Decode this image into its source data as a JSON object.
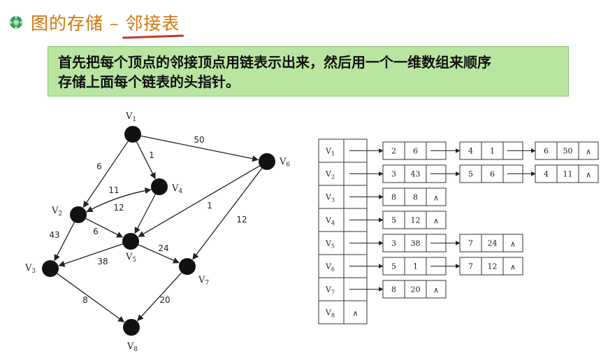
{
  "title": {
    "main": "图的存储 – ",
    "highlight": "邻接表"
  },
  "note": {
    "line1": "首先把每个顶点的邻接顶点用链表示出来，然后用一个一维数组来顺序",
    "line2": "存储上面每个链表的头指针。"
  },
  "graph": {
    "vertices": [
      "V1",
      "V2",
      "V3",
      "V4",
      "V5",
      "V6",
      "V7",
      "V8"
    ],
    "edges": [
      {
        "from": "V1",
        "to": "V2",
        "w": "6"
      },
      {
        "from": "V1",
        "to": "V4",
        "w": "1"
      },
      {
        "from": "V1",
        "to": "V6",
        "w": "50"
      },
      {
        "from": "V2",
        "to": "V3",
        "w": "43"
      },
      {
        "from": "V2",
        "to": "V4",
        "w": "11"
      },
      {
        "from": "V4",
        "to": "V2",
        "w": "12"
      },
      {
        "from": "V2",
        "to": "V5",
        "w": "6"
      },
      {
        "from": "V4",
        "to": "V5",
        "w": ""
      },
      {
        "from": "V5",
        "to": "V3",
        "w": "38"
      },
      {
        "from": "V5",
        "to": "V7",
        "w": "24"
      },
      {
        "from": "V6",
        "to": "V5",
        "w": "1"
      },
      {
        "from": "V6",
        "to": "V7",
        "w": "12"
      },
      {
        "from": "V3",
        "to": "V8",
        "w": "8"
      },
      {
        "from": "V7",
        "to": "V8",
        "w": "20"
      }
    ]
  },
  "adjacency": {
    "end_symbol": "∧",
    "rows": [
      {
        "v": "V1",
        "nodes": [
          [
            "2",
            "6"
          ],
          [
            "4",
            "1"
          ],
          [
            "6",
            "50"
          ]
        ]
      },
      {
        "v": "V2",
        "nodes": [
          [
            "3",
            "43"
          ],
          [
            "5",
            "6"
          ],
          [
            "4",
            "11"
          ]
        ]
      },
      {
        "v": "V3",
        "nodes": [
          [
            "8",
            "8"
          ]
        ]
      },
      {
        "v": "V4",
        "nodes": [
          [
            "5",
            "12"
          ]
        ]
      },
      {
        "v": "V5",
        "nodes": [
          [
            "3",
            "38"
          ],
          [
            "7",
            "24"
          ]
        ]
      },
      {
        "v": "V6",
        "nodes": [
          [
            "5",
            "1"
          ],
          [
            "7",
            "12"
          ]
        ]
      },
      {
        "v": "V7",
        "nodes": [
          [
            "8",
            "20"
          ]
        ]
      },
      {
        "v": "V8",
        "nodes": []
      }
    ]
  }
}
